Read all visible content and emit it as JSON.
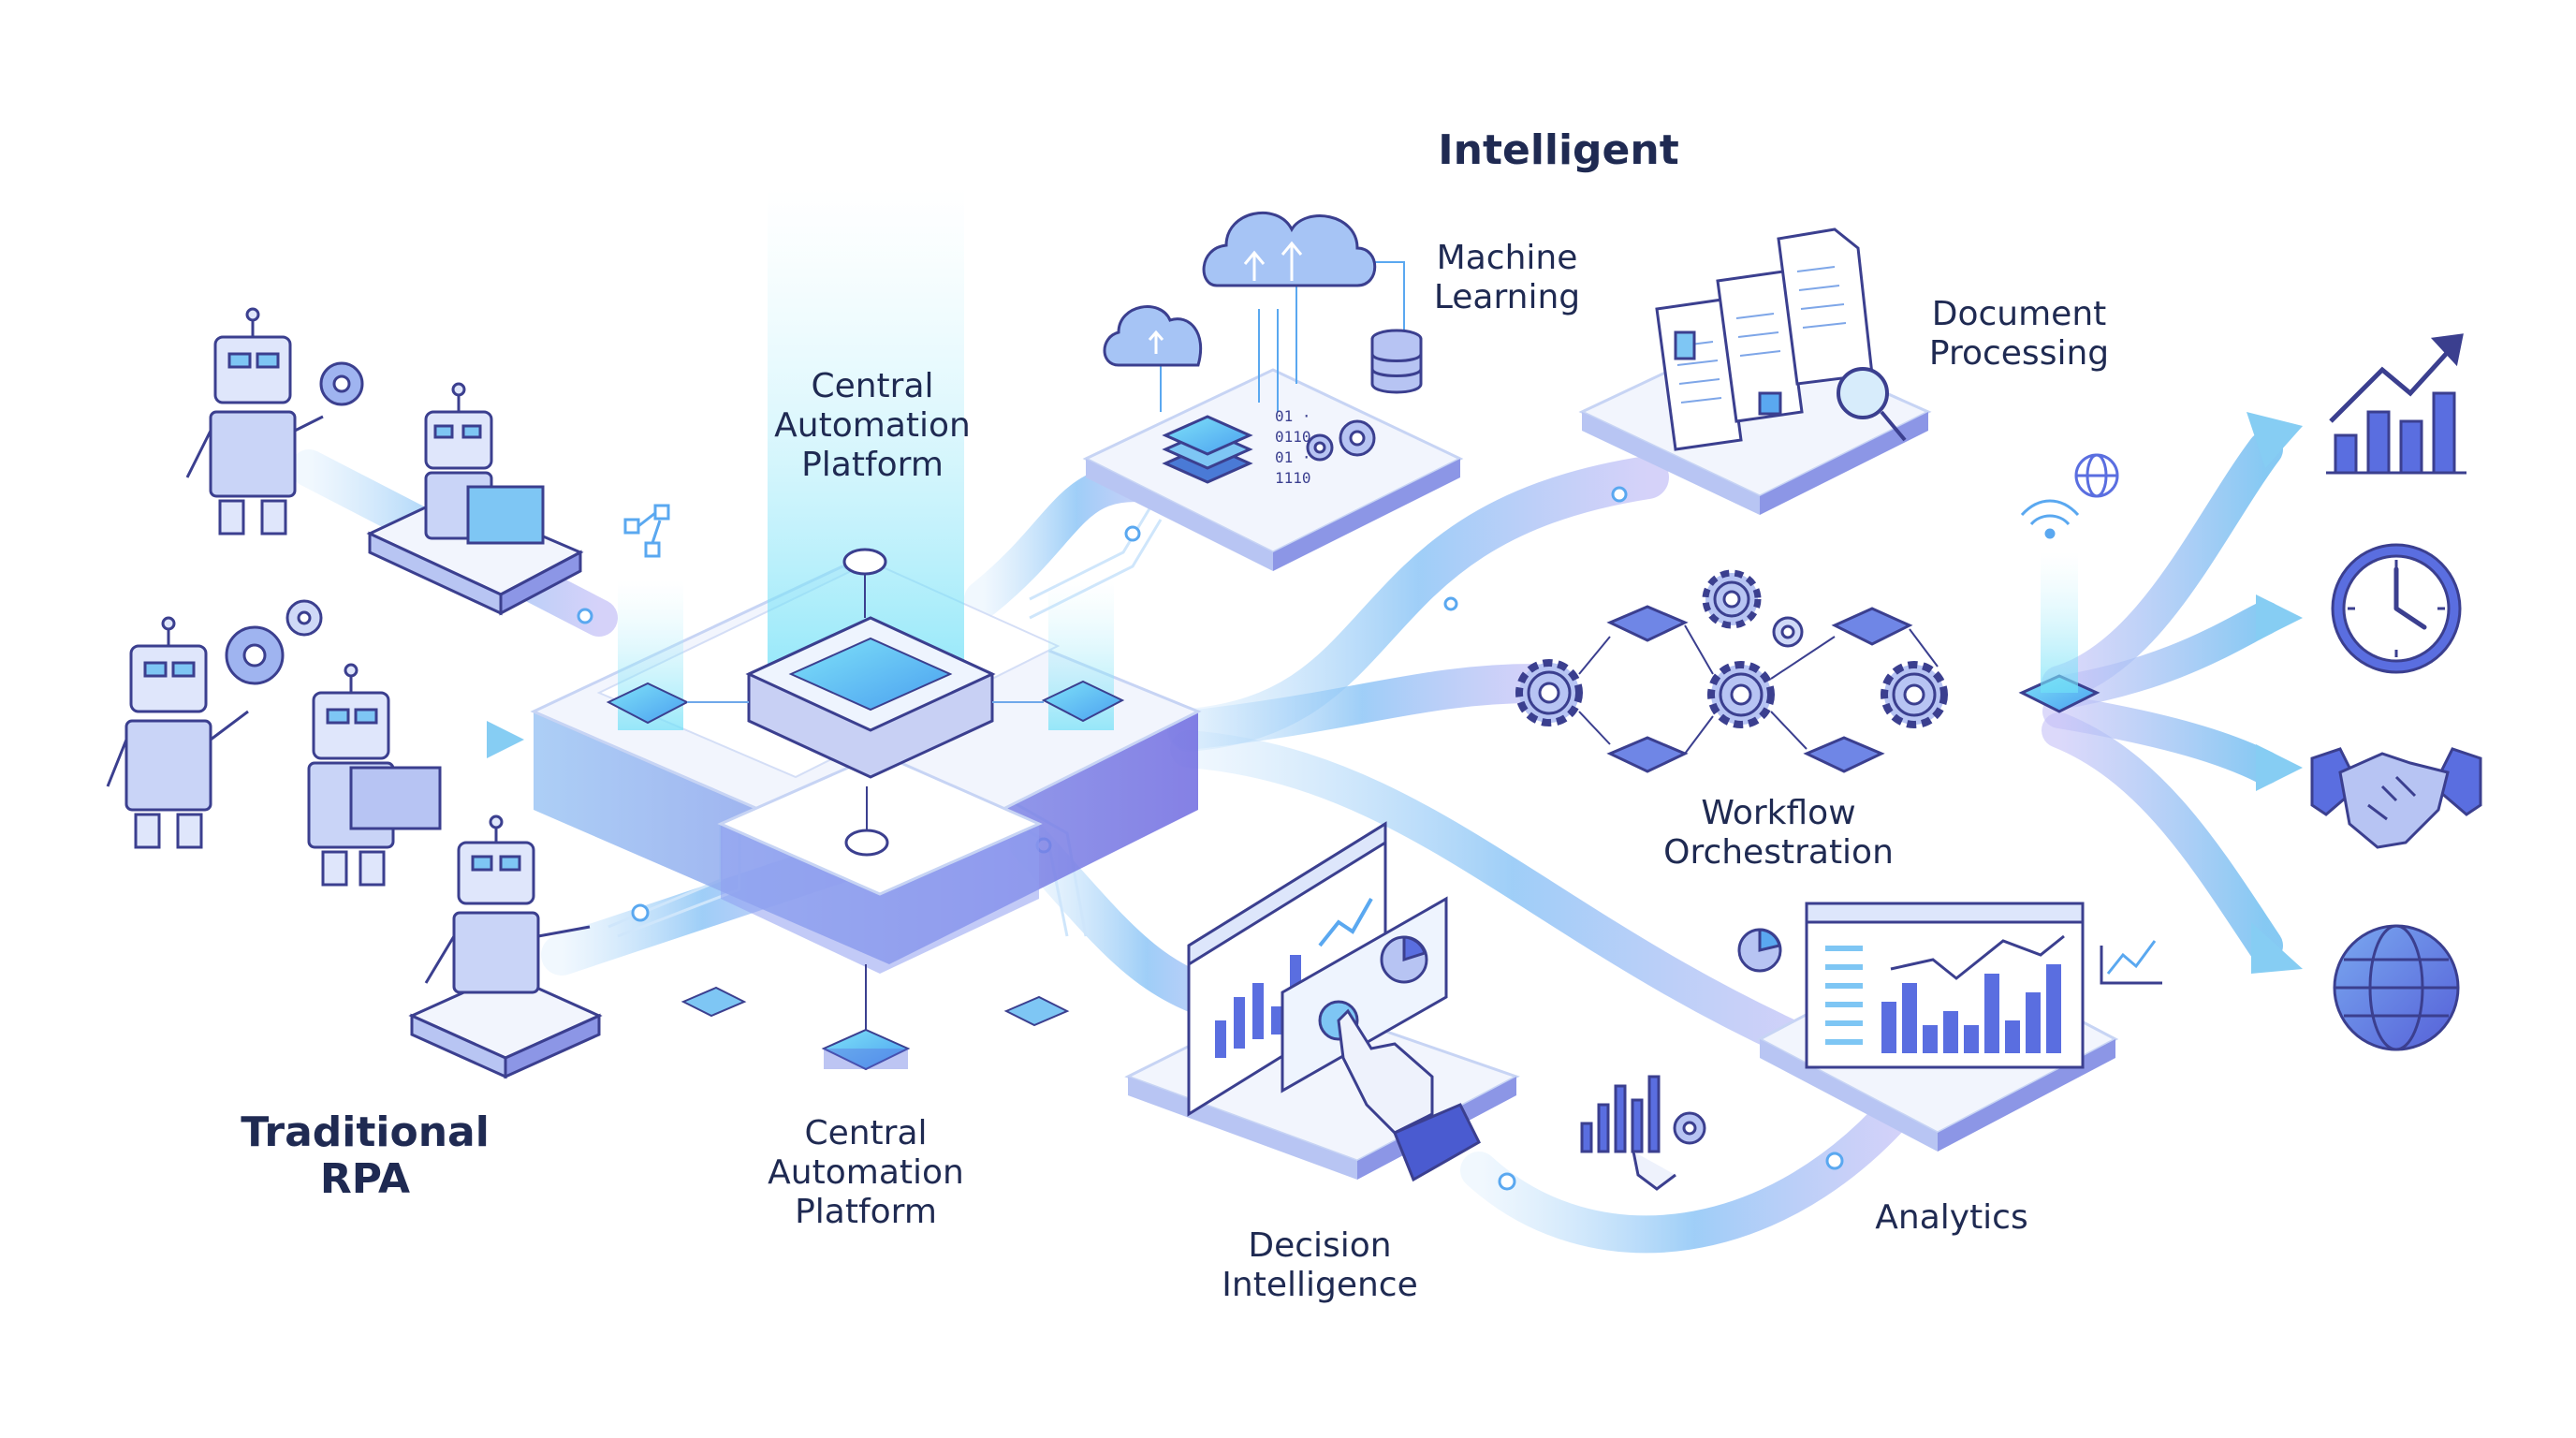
{
  "labels": {
    "intelligent": "Intelligent",
    "machine_learning": [
      "Machine",
      "Learning"
    ],
    "document_processing": [
      "Document",
      "Processing"
    ],
    "central_platform_top": [
      "Central",
      "Automation",
      "Platform"
    ],
    "central_platform_bottom": [
      "Central",
      "Automation",
      "Platform"
    ],
    "traditional_rpa": [
      "Traditional",
      "RPA"
    ],
    "workflow_orchestration": [
      "Workflow",
      "Orchestration"
    ],
    "decision_intelligence": [
      "Decision",
      "Intelligence"
    ],
    "analytics": "Analytics"
  },
  "code_snippet": [
    "01 ·",
    "0110",
    "01 ·",
    "1110"
  ],
  "outcome_icons": [
    "growth-chart-icon",
    "clock-icon",
    "handshake-icon",
    "globe-icon"
  ],
  "colors": {
    "ink": "#1f2a52",
    "stroke": "#3b3f8f",
    "accent_blue": "#5aa8f0",
    "accent_cyan": "#56d4f5",
    "accent_violet": "#7b6ee8",
    "platform_face": "#eef2fc",
    "flow": "#9fd0f7"
  }
}
